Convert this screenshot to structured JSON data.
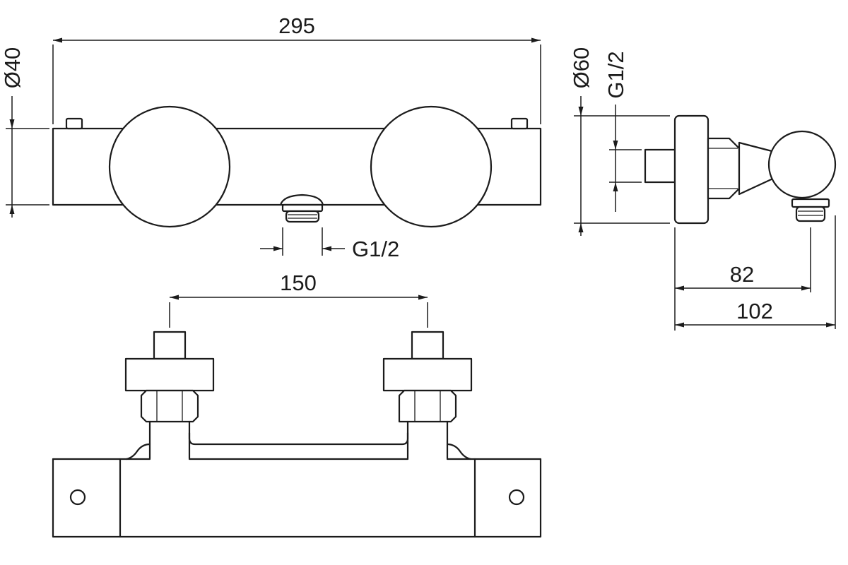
{
  "drawing": {
    "line_color": "#1b1b1b",
    "background_color": "#ffffff",
    "front_view": {
      "overall_width": "295",
      "body_diameter": "Ø40",
      "outlet_thread": "G1/2"
    },
    "side_view": {
      "escutcheon_diameter": "Ø60",
      "inlet_thread": "G1/2",
      "wall_to_outlet": "82",
      "overall_depth": "102"
    },
    "plan_view": {
      "connection_centers": "150"
    }
  }
}
